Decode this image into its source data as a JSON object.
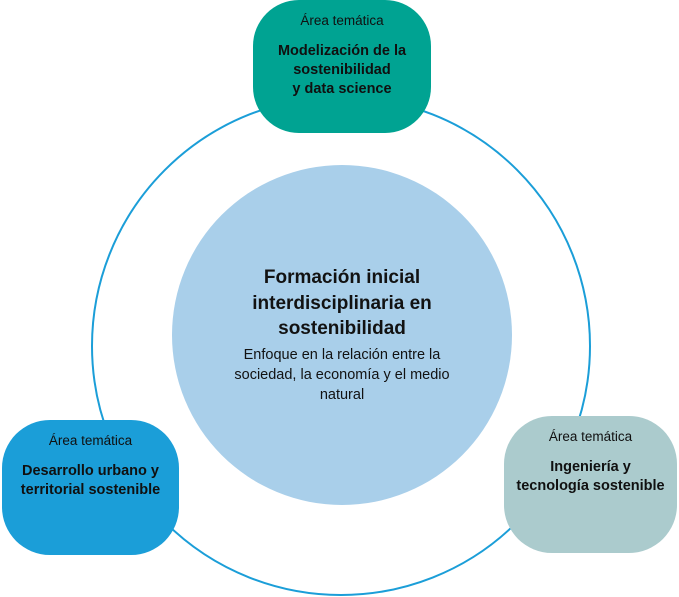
{
  "diagram": {
    "colors": {
      "ring": "#1b9ed8",
      "center_fill": "#a9cfea",
      "bubble_top_fill": "#00a392",
      "bubble_left_fill": "#1b9ed8",
      "bubble_right_fill": "#abcbcd"
    },
    "center": {
      "title": "Formación inicial\ninterdisciplinaria en\nsostenibilidad",
      "subtitle": "Enfoque en la relación entre la\nsociedad, la economía y el medio\nnatural"
    },
    "bubbles": [
      {
        "id": "modelizacion",
        "label": "Área temática",
        "title": "Modelización de la\nsostenibilidad\ny data science"
      },
      {
        "id": "desarrollo",
        "label": "Área temática",
        "title": "Desarrollo urbano y\nterritorial sostenible"
      },
      {
        "id": "ingenieria",
        "label": "Área temática",
        "title": "Ingeniería y\ntecnología sostenible"
      }
    ]
  }
}
